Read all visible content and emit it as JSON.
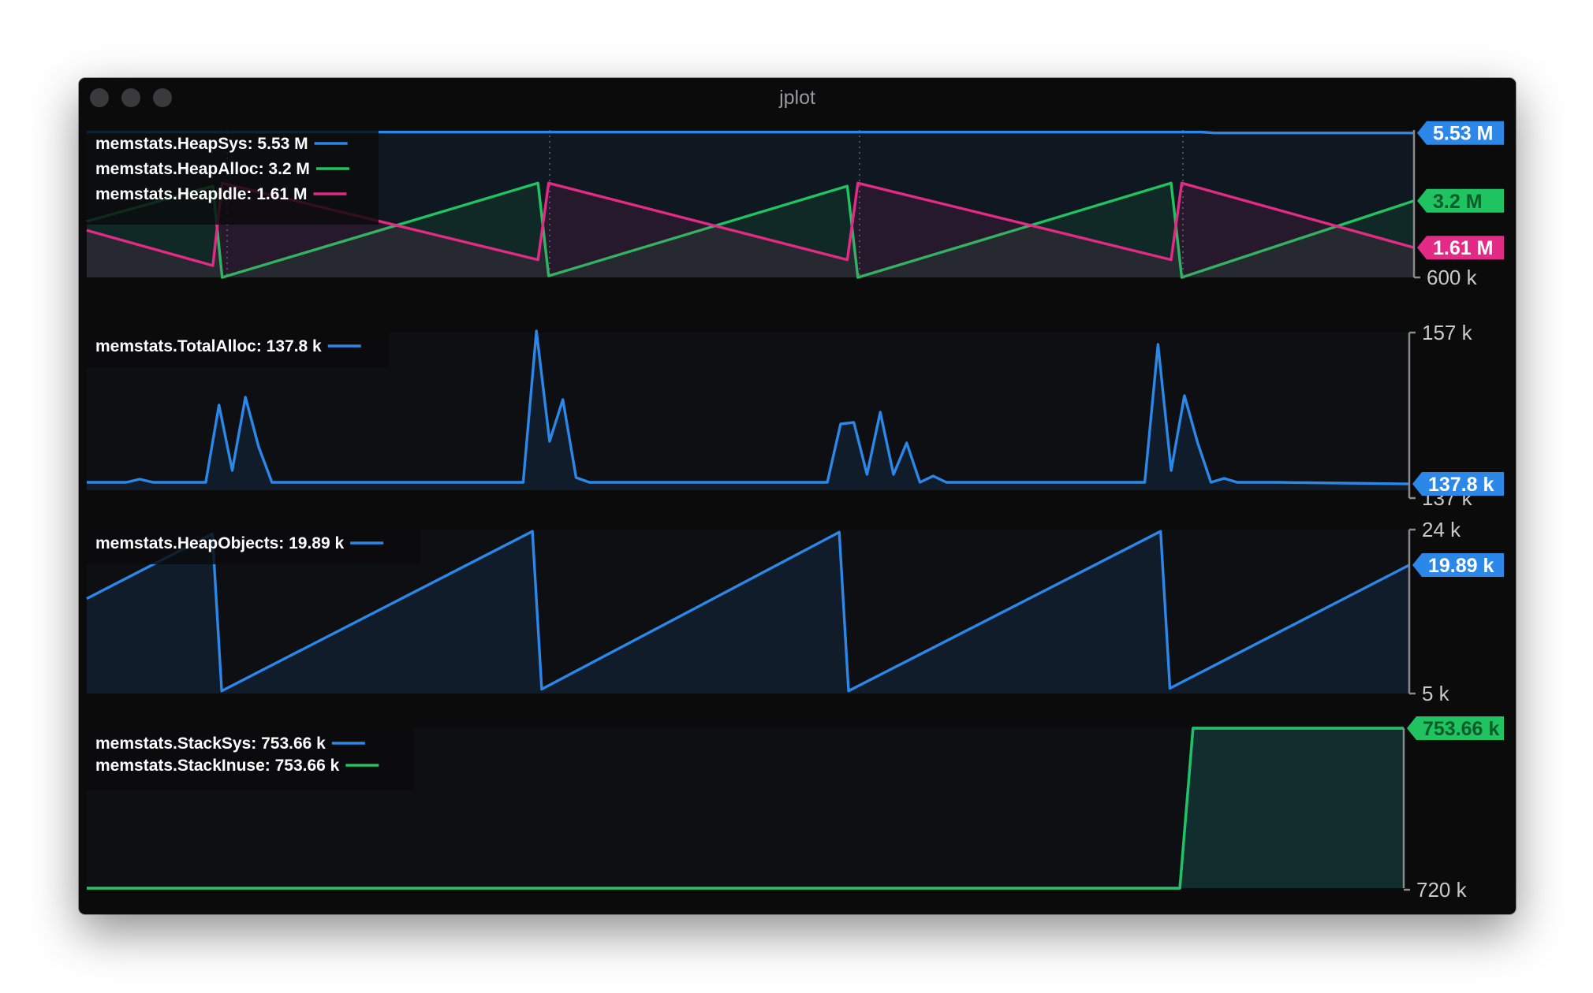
{
  "window": {
    "title": "jplot"
  },
  "colors": {
    "blue": "#2b87e8",
    "green": "#1fc35f",
    "pink": "#e42a87",
    "bg": "#0b0b0c",
    "axis": "#8a8a8a"
  },
  "chart_data": [
    {
      "type": "area",
      "y_ticks": [
        "600 k"
      ],
      "ylim": [
        600000,
        5600000
      ],
      "legend_placement": "top-left",
      "series": [
        {
          "name": "memstats.HeapSys: 5.53 M",
          "color": "#2b87e8",
          "value_label": "5.53 M",
          "x": [
            0,
            10,
            20,
            70,
            84,
            85,
            100
          ],
          "values": [
            5530000,
            5530000,
            5530000,
            5530000,
            5530000,
            5500000,
            5500000
          ]
        },
        {
          "name": "memstats.HeapAlloc: 3.2 M",
          "color": "#1fc35f",
          "value_label": "3.2 M",
          "x": [
            0,
            9.5,
            10.2,
            34,
            34.8,
            57.3,
            58.1,
            81.7,
            82.5,
            100
          ],
          "values": [
            2500000,
            3700000,
            600000,
            3800000,
            650000,
            3700000,
            600000,
            3800000,
            600000,
            3200000
          ]
        },
        {
          "name": "memstats.HeapIdle: 1.61 M",
          "color": "#e42a87",
          "value_label": "1.61 M",
          "x": [
            0,
            9.5,
            10.2,
            34,
            34.8,
            57.3,
            58.1,
            81.7,
            82.5,
            100
          ],
          "values": [
            2200000,
            1000000,
            3800000,
            1200000,
            3800000,
            1200000,
            3800000,
            1200000,
            3800000,
            1610000
          ]
        }
      ]
    },
    {
      "type": "area",
      "y_ticks": [
        "157 k",
        "137 k"
      ],
      "ylim": [
        137000,
        157000
      ],
      "legend_placement": "top-left",
      "series": [
        {
          "name": "memstats.TotalAlloc: 137.8 k",
          "color": "#2b87e8",
          "value_label": "137.8 k",
          "x": [
            0,
            3,
            4,
            5,
            9,
            10,
            11,
            12,
            13,
            14,
            15,
            20,
            25,
            30,
            33,
            34,
            35,
            36,
            37,
            38,
            39,
            40,
            50,
            56,
            57,
            58,
            59,
            60,
            61,
            62,
            63,
            64,
            65,
            70,
            80,
            81,
            82,
            83,
            84,
            85,
            86,
            87,
            90,
            100
          ],
          "values": [
            138000,
            138000,
            138400,
            138000,
            138000,
            147800,
            139500,
            148800,
            142500,
            138000,
            138000,
            138000,
            138000,
            138000,
            138000,
            157200,
            143200,
            148500,
            138600,
            138000,
            138000,
            138000,
            138000,
            138000,
            145400,
            145600,
            139000,
            146900,
            139000,
            143000,
            138000,
            138800,
            138000,
            138000,
            138000,
            155500,
            139500,
            149000,
            143000,
            138000,
            138500,
            138000,
            138000,
            137800
          ]
        }
      ]
    },
    {
      "type": "area",
      "y_ticks": [
        "24 k",
        "5 k"
      ],
      "ylim": [
        5000,
        24000
      ],
      "legend_placement": "top-left",
      "series": [
        {
          "name": "memstats.HeapObjects: 19.89 k",
          "color": "#2b87e8",
          "value_label": "19.89 k",
          "x": [
            0,
            9.5,
            10.2,
            33.7,
            34.4,
            56.9,
            57.6,
            81.2,
            81.9,
            100
          ],
          "values": [
            16000,
            23500,
            5300,
            23800,
            5500,
            23700,
            5300,
            23800,
            5600,
            19890
          ]
        }
      ]
    },
    {
      "type": "area",
      "y_ticks": [
        "720 k"
      ],
      "ylim": [
        720000,
        753660
      ],
      "legend_placement": "top-left",
      "series": [
        {
          "name": "memstats.StackSys: 753.66 k",
          "color": "#2b87e8",
          "value_label": "",
          "x": [
            0,
            83,
            84,
            100
          ],
          "values": [
            720000,
            720000,
            753660,
            753660
          ]
        },
        {
          "name": "memstats.StackInuse: 753.66 k",
          "color": "#1fc35f",
          "value_label": "753.66 k",
          "x": [
            0,
            83,
            84,
            100
          ],
          "values": [
            720000,
            720000,
            753660,
            753660
          ]
        }
      ]
    }
  ]
}
